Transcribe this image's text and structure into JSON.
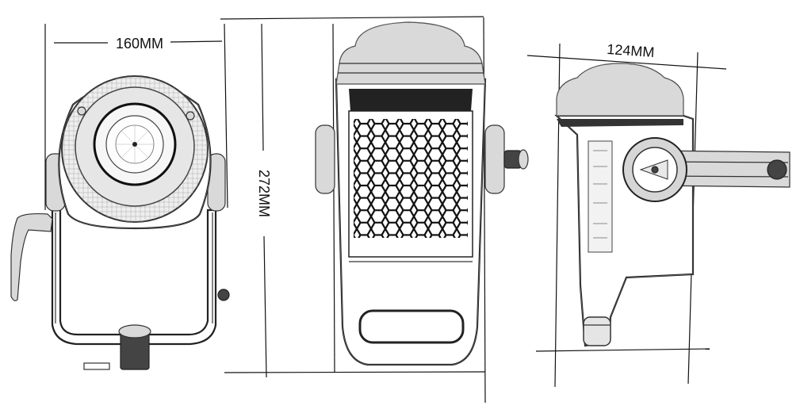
{
  "dimensions": {
    "width_label": "160MM",
    "height_label": "272MM",
    "depth_label": "124MM"
  }
}
